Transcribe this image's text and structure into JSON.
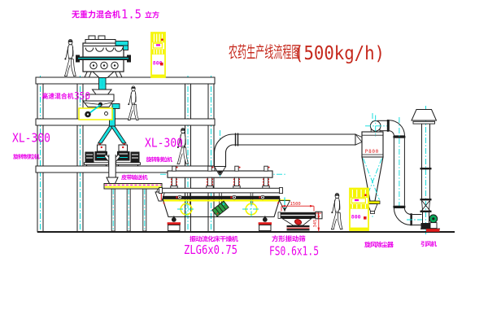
{
  "title": {
    "zh": "农药生产线流程图",
    "capacity": "(500kg/h)"
  },
  "labels": {
    "mixer1_name": "无重力混合机",
    "mixer1_size": "1.5",
    "mixer1_unit": "立方",
    "hs_mixer_name": "高速混合机",
    "hs_mixer_size": "350",
    "mill_left_model": "XL-300",
    "mill_left_name": "旋转制粒机",
    "mill_right_model": "XL-300",
    "mill_right_name": "旋转制粒机",
    "conveyor_name": "皮带输送机",
    "dryer_name": "振动流化床干燥机",
    "dryer_model": "ZLG6x0.75",
    "sieve_name": "方形振动筛",
    "sieve_model": "FS0.6x1.5",
    "cyclone_name": "旋风除尘器",
    "cyclone_tag": "P800",
    "fan_name": "引风机",
    "dim_sieve_width": "1500",
    "dim_sieve_height": "345",
    "cabinet1_tag": "800",
    "cabinet2_tag": "800"
  },
  "colors": {
    "line": "#1c1c1c",
    "centerline": "#00d9d9",
    "pipe_fill": "#19e0e0",
    "label": "#ea00ea",
    "title": "#c5281c",
    "mark": "#e01b1b",
    "equipment_accent": "#f5f500",
    "motor_green": "#2f9e44",
    "background": "#ffffff"
  }
}
